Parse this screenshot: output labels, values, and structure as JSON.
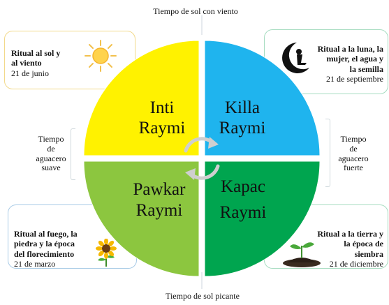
{
  "time_labels": {
    "top": "Tiempo de sol con viento",
    "bottom": "Tiempo de sol picante",
    "left": [
      "Tiempo",
      "de",
      "aguacero",
      "suave"
    ],
    "right": [
      "Tiempo",
      "de",
      "aguacero",
      "fuerte"
    ]
  },
  "quadrants": {
    "top_left": {
      "line1": "Inti",
      "line2": "Raymi",
      "color": "#fff200"
    },
    "top_right": {
      "line1": "Killa",
      "line2": "Raymi",
      "color": "#1fb4ee"
    },
    "bottom_left": {
      "line1": "Pawkar",
      "line2": "Raymi",
      "color": "#8cc63f"
    },
    "bottom_right": {
      "line1": "Kapac",
      "line2": "Raymi",
      "color": "#00a54f"
    }
  },
  "cards": {
    "top_left": {
      "title_lines": [
        "Ritual al sol y",
        "al viento"
      ],
      "date": "21 de junio",
      "icon": "sun-icon"
    },
    "top_right": {
      "title_lines": [
        "Ritual a la luna, la",
        "mujer, el agua y",
        "la semilla"
      ],
      "date": "21 de septiembre",
      "icon": "moon-icon"
    },
    "bottom_left": {
      "title_lines": [
        "Ritual al fuego, la",
        "piedra y la época",
        "del florecimiento"
      ],
      "date": "21 de marzo",
      "icon": "sunflower-icon"
    },
    "bottom_right": {
      "title_lines": [
        "Ritual a la tierra y",
        "la época de",
        "siembra"
      ],
      "date": "21 de diciembre",
      "icon": "sprout-icon"
    }
  }
}
